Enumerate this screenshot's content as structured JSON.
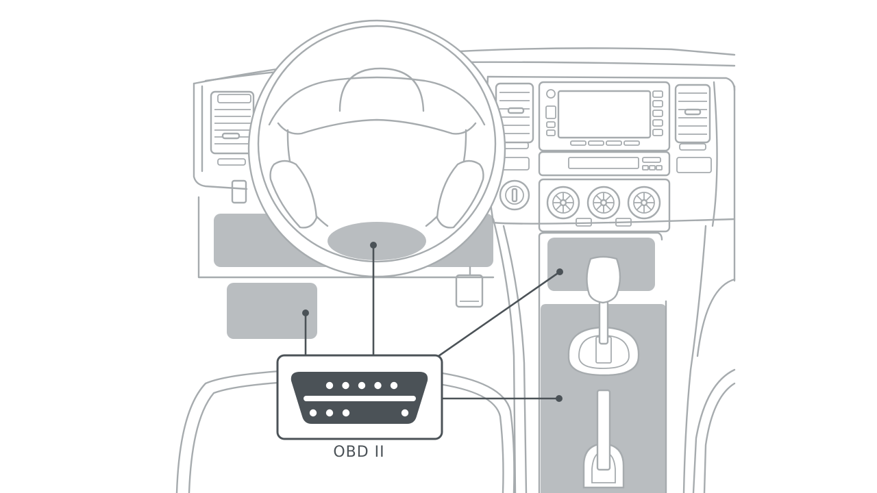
{
  "connector": {
    "label": "OBD II",
    "pin_rows": [
      5,
      4
    ]
  },
  "colors": {
    "outline": "#a6abae",
    "highlight_zone": "#b9bdc0",
    "leader_line": "#4b5257",
    "connector_fill": "#4b5257",
    "background": "#ffffff"
  },
  "locations": [
    "under-dash-left",
    "kick-panel-left",
    "steering-column",
    "center-console-upper",
    "center-console-lower"
  ]
}
